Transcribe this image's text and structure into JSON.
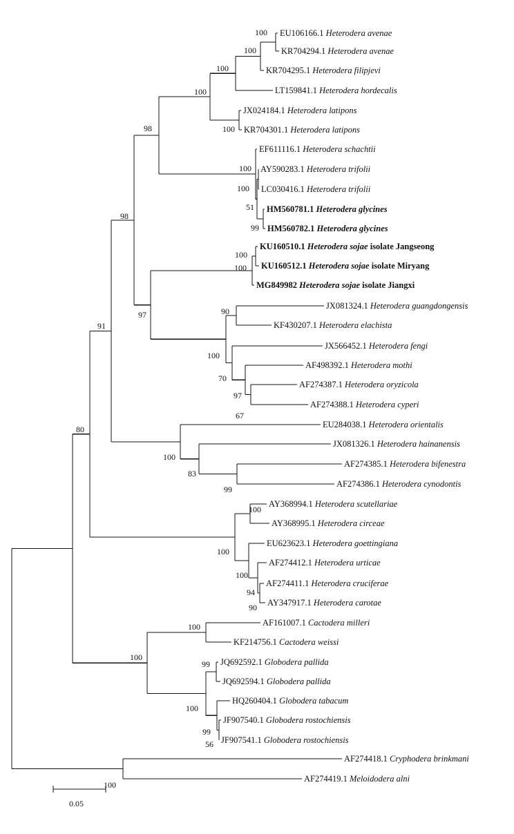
{
  "tree": {
    "name": "root",
    "children": [
      {
        "name": "n_outgroup",
        "support": "100",
        "children": [
          {
            "leaf": "l43"
          },
          {
            "leaf": "l44"
          }
        ]
      },
      {
        "name": "n_ingroup",
        "children": [
          {
            "name": "n80",
            "support": "80",
            "children": [
              {
                "name": "n91",
                "support": "91",
                "children": [
                  {
                    "name": "n98a",
                    "support": "98",
                    "children": [
                      {
                        "name": "n98b",
                        "support": "98",
                        "children": [
                          {
                            "name": "n100top",
                            "support": "100",
                            "children": [
                              {
                                "name": "n100c",
                                "support": "100",
                                "children": [
                                  {
                                    "name": "n100b",
                                    "support": "100",
                                    "children": [
                                      {
                                        "name": "n100a",
                                        "support": "100",
                                        "children": [
                                          {
                                            "leaf": "l1"
                                          },
                                          {
                                            "leaf": "l2"
                                          }
                                        ]
                                      },
                                      {
                                        "leaf": "l3"
                                      }
                                    ]
                                  },
                                  {
                                    "leaf": "l4"
                                  }
                                ]
                              },
                              {
                                "name": "n100lat",
                                "support": "100",
                                "children": [
                                  {
                                    "leaf": "l5"
                                  },
                                  {
                                    "leaf": "l6"
                                  }
                                ]
                              }
                            ]
                          },
                          {
                            "name": "n100sch",
                            "support": "100",
                            "children": [
                              {
                                "leaf": "l7"
                              },
                              {
                                "name": "n100tri",
                                "support": "100",
                                "children": [
                                  {
                                    "name": "n_tri",
                                    "children": [
                                      {
                                        "leaf": "l8"
                                      },
                                      {
                                        "leaf": "l9"
                                      }
                                    ]
                                  },
                                  {
                                    "name": "n51",
                                    "support": "51",
                                    "children": [
                                      {
                                        "name": "n99gly",
                                        "support": "99",
                                        "children": [
                                          {
                                            "leaf": "l10"
                                          },
                                          {
                                            "leaf": "l11"
                                          }
                                        ]
                                      }
                                    ]
                                  }
                                ]
                              }
                            ]
                          }
                        ]
                      },
                      {
                        "name": "n97",
                        "support": "97",
                        "children": [
                          {
                            "name": "n100soj",
                            "support": "100",
                            "children": [
                              {
                                "name": "n100soj2",
                                "support": "100",
                                "children": [
                                  {
                                    "leaf": "l12"
                                  },
                                  {
                                    "leaf": "l13"
                                  }
                                ]
                              },
                              {
                                "leaf": "l14"
                              }
                            ]
                          },
                          {
                            "name": "n100gua",
                            "support": "100",
                            "children": [
                              {
                                "name": "n90",
                                "support": "90",
                                "children": [
                                  {
                                    "leaf": "l15"
                                  },
                                  {
                                    "leaf": "l16"
                                  }
                                ]
                              },
                              {
                                "name": "n70",
                                "support": "70",
                                "children": [
                                  {
                                    "leaf": "l17"
                                  },
                                  {
                                    "name": "n97mot",
                                    "support": "97",
                                    "children": [
                                      {
                                        "leaf": "l18"
                                      },
                                      {
                                        "name": "n67",
                                        "support": "67",
                                        "children": [
                                          {
                                            "leaf": "l19"
                                          },
                                          {
                                            "leaf": "l20"
                                          }
                                        ]
                                      }
                                    ]
                                  }
                                ]
                              }
                            ]
                          }
                        ]
                      }
                    ]
                  },
                  {
                    "name": "n100ori",
                    "support": "100",
                    "children": [
                      {
                        "leaf": "l21"
                      },
                      {
                        "name": "n83",
                        "support": "83",
                        "children": [
                          {
                            "leaf": "l22"
                          },
                          {
                            "name": "n99bif",
                            "support": "99",
                            "children": [
                              {
                                "leaf": "l23"
                              },
                              {
                                "leaf": "l24"
                              }
                            ]
                          }
                        ]
                      }
                    ]
                  }
                ]
              },
              {
                "name": "n100scu",
                "support": "100",
                "children": [
                  {
                    "name": "n100scu2",
                    "support": "100",
                    "children": [
                      {
                        "leaf": "l25"
                      },
                      {
                        "leaf": "l26"
                      }
                    ]
                  },
                  {
                    "name": "n100goe",
                    "support": "100",
                    "children": [
                      {
                        "leaf": "l27"
                      },
                      {
                        "name": "n_urt",
                        "children": [
                          {
                            "leaf": "l28"
                          },
                          {
                            "name": "n94",
                            "support": "94",
                            "children": [
                              {
                                "leaf": "l29"
                              },
                              {
                                "name": "n90car",
                                "support": "90",
                                "children": [
                                  {
                                    "leaf": "l30"
                                  }
                                ]
                              }
                            ]
                          }
                        ]
                      }
                    ]
                  }
                ]
              }
            ]
          },
          {
            "name": "n100cg",
            "support": "100",
            "children": [
              {
                "name": "n100cac",
                "support": "100",
                "children": [
                  {
                    "leaf": "l31"
                  },
                  {
                    "leaf": "l32"
                  }
                ]
              },
              {
                "name": "n100glo",
                "support": "100",
                "children": [
                  {
                    "name": "n99pal",
                    "support": "99",
                    "children": [
                      {
                        "leaf": "l33"
                      },
                      {
                        "leaf": "l34"
                      }
                    ]
                  },
                  {
                    "name": "n99tab",
                    "support": "99",
                    "children": [
                      {
                        "leaf": "l35"
                      },
                      {
                        "name": "n56",
                        "support": "56",
                        "children": [
                          {
                            "leaf": "l36"
                          },
                          {
                            "leaf": "l37"
                          }
                        ]
                      }
                    ]
                  }
                ]
              }
            ]
          }
        ]
      }
    ]
  },
  "leaves": {
    "l1": {
      "acc": "EU106166.1",
      "species": "Heterodera avenae",
      "isolate": "",
      "bold": false
    },
    "l2": {
      "acc": "KR704294.1",
      "species": "Heterodera avenae",
      "isolate": "",
      "bold": false
    },
    "l3": {
      "acc": "KR704295.1",
      "species": "Heterodera filipjevi",
      "isolate": "",
      "bold": false
    },
    "l4": {
      "acc": "LT159841.1",
      "species": "Heterodera hordecalis",
      "isolate": "",
      "bold": false
    },
    "l5": {
      "acc": "JX024184.1",
      "species": "Heterodera latipons",
      "isolate": "",
      "bold": false
    },
    "l6": {
      "acc": "KR704301.1",
      "species": "Heterodera latipons",
      "isolate": "",
      "bold": false
    },
    "l7": {
      "acc": "EF611116.1",
      "species": "Heterodera schachtii",
      "isolate": "",
      "bold": false
    },
    "l8": {
      "acc": "AY590283.1",
      "species": "Heterodera trifolii",
      "isolate": "",
      "bold": false
    },
    "l9": {
      "acc": "LC030416.1",
      "species": "Heterodera trifolii",
      "isolate": "",
      "bold": false
    },
    "l10": {
      "acc": "HM560781.1",
      "species": "Heterodera glycines",
      "isolate": "",
      "bold": true
    },
    "l11": {
      "acc": "HM560782.1",
      "species": "Heterodera glycines",
      "isolate": "",
      "bold": true
    },
    "l12": {
      "acc": "KU160510.1",
      "species": "Heterodera sojae",
      "isolate": "isolate Jangseong",
      "bold": true
    },
    "l13": {
      "acc": "KU160512.1",
      "species": "Heterodera sojae",
      "isolate": "isolate Miryang",
      "bold": true
    },
    "l14": {
      "acc": "MG849982",
      "species": "Heterodera sojae",
      "isolate": "isolate Jiangxi",
      "bold": true
    },
    "l15": {
      "acc": "JX081324.1",
      "species": "Heterodera guangdongensis",
      "isolate": "",
      "bold": false
    },
    "l16": {
      "acc": "KF430207.1",
      "species": "Heterodera elachista",
      "isolate": "",
      "bold": false
    },
    "l17": {
      "acc": "JX566452.1",
      "species": "Heterodera fengi",
      "isolate": "",
      "bold": false
    },
    "l18": {
      "acc": "AF498392.1",
      "species": "Heterodera mothi",
      "isolate": "",
      "bold": false
    },
    "l19": {
      "acc": "AF274387.1",
      "species": "Heterodera oryzicola",
      "isolate": "",
      "bold": false
    },
    "l20": {
      "acc": "AF274388.1",
      "species": "Heterodera cyperi",
      "isolate": "",
      "bold": false
    },
    "l21": {
      "acc": "EU284038.1",
      "species": "Heterodera orientalis",
      "isolate": "",
      "bold": false
    },
    "l22": {
      "acc": "JX081326.1",
      "species": "Heterodera hainanensis",
      "isolate": "",
      "bold": false
    },
    "l23": {
      "acc": "AF274385.1",
      "species": "Heterodera bifenestra",
      "isolate": "",
      "bold": false
    },
    "l24": {
      "acc": "AF274386.1",
      "species": "Heterodera cynodontis",
      "isolate": "",
      "bold": false
    },
    "l25": {
      "acc": "AY368994.1",
      "species": "Heterodera scutellariae",
      "isolate": "",
      "bold": false
    },
    "l26": {
      "acc": "AY368995.1",
      "species": "Heterodera circeae",
      "isolate": "",
      "bold": false
    },
    "l27": {
      "acc": "EU623623.1",
      "species": "Heterodera goettingiana",
      "isolate": "",
      "bold": false
    },
    "l28": {
      "acc": "AF274412.1",
      "species": "Heterodera urticae",
      "isolate": "",
      "bold": false
    },
    "l29": {
      "acc": "AF274411.1",
      "species": "Heterodera cruciferae",
      "isolate": "",
      "bold": false
    },
    "l30": {
      "acc": "AY347917.1",
      "species": "Heterodera carotae",
      "isolate": "",
      "bold": false
    },
    "l31": {
      "acc": "AF161007.1",
      "species": "Cactodera milleri",
      "isolate": "",
      "bold": false
    },
    "l32": {
      "acc": "KF214756.1",
      "species": "Cactodera weissi",
      "isolate": "",
      "bold": false
    },
    "l33": {
      "acc": "JQ692592.1",
      "species": "Globodera pallida",
      "isolate": "",
      "bold": false
    },
    "l34": {
      "acc": "JQ692594.1",
      "species": "Globodera pallida",
      "isolate": "",
      "bold": false
    },
    "l35": {
      "acc": "HQ260404.1",
      "species": "Globodera tabacum",
      "isolate": "",
      "bold": false
    },
    "l36": {
      "acc": "JF907540.1",
      "species": "Globodera rostochiensis",
      "isolate": "",
      "bold": false
    },
    "l37": {
      "acc": "JF907541.1",
      "species": "Globodera rostochiensis",
      "isolate": "",
      "bold": false
    },
    "l43": {
      "acc": "AF274418.1",
      "species": "Cryphodera brinkmani",
      "isolate": "",
      "bold": false
    },
    "l44": {
      "acc": "AF274419.1",
      "species": "Meloidodera alni",
      "isolate": "",
      "bold": false
    }
  },
  "scale_bar": {
    "label": "0.05"
  }
}
